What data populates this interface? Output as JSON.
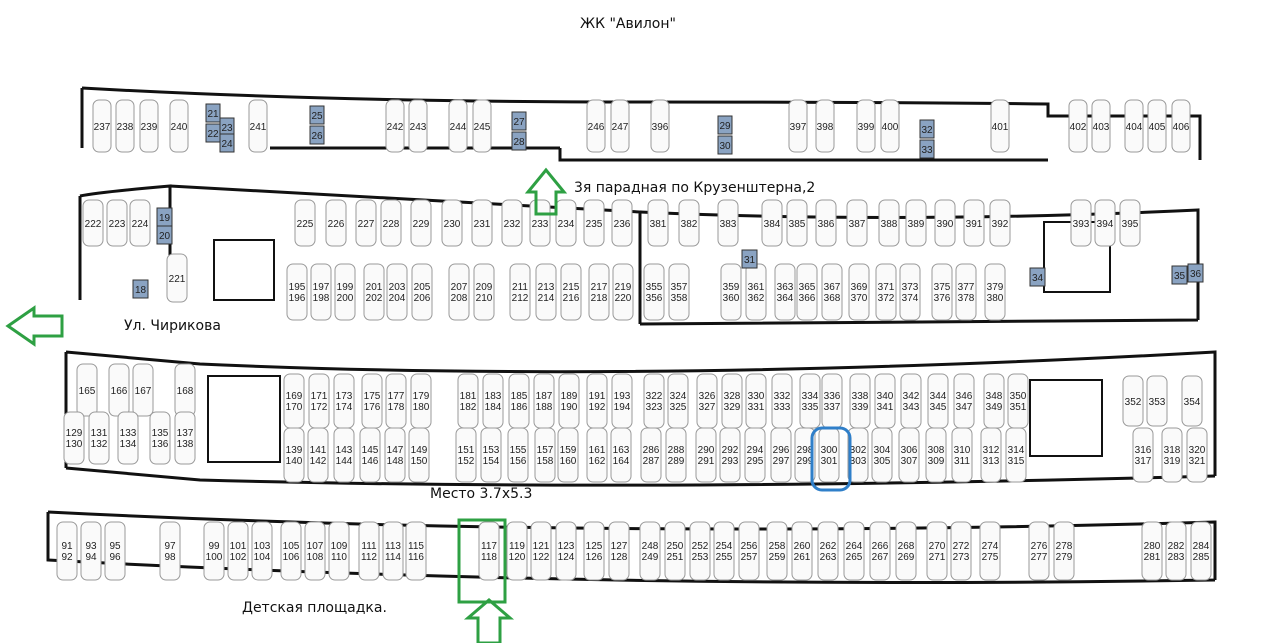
{
  "title": "ЖК \"Авилон\"",
  "labels": {
    "entrance": "3я парадная по Крузенштерна,2",
    "street": "Ул. Чирикова",
    "spot": "Место 3.7х5.3",
    "playground": "Детская площадка."
  },
  "colors": {
    "green": "#2ea043",
    "blue": "#2f7fc9",
    "storage": "#8aa3c2",
    "wall": "#111111"
  },
  "rows": {
    "r1": [
      {
        "n": "237"
      },
      {
        "n": "238"
      },
      {
        "n": "239"
      },
      {
        "n": "240"
      },
      {
        "n": "241"
      },
      {
        "n": "242"
      },
      {
        "n": "243"
      },
      {
        "n": "244"
      },
      {
        "n": "245"
      },
      {
        "n": "246"
      },
      {
        "n": "247"
      },
      {
        "n": "396"
      },
      {
        "n": "397"
      },
      {
        "n": "398"
      },
      {
        "n": "399"
      },
      {
        "n": "400"
      },
      {
        "n": "401"
      },
      {
        "n": "402"
      },
      {
        "n": "403"
      },
      {
        "n": "404"
      },
      {
        "n": "405"
      },
      {
        "n": "406"
      }
    ],
    "r1_storage": [
      "21",
      "22",
      "23",
      "24",
      "25",
      "26",
      "27",
      "28",
      "29",
      "30",
      "32",
      "33"
    ],
    "r2_top": [
      "222",
      "223",
      "224",
      "225",
      "226",
      "227",
      "228",
      "229",
      "230",
      "231",
      "232",
      "233",
      "234",
      "235",
      "236",
      "381",
      "382",
      "383",
      "384",
      "385",
      "386",
      "387",
      "388",
      "389",
      "390",
      "391",
      "392",
      "393",
      "394",
      "395"
    ],
    "r2_storage": [
      "19",
      "20",
      "18",
      "31",
      "34",
      "35",
      "36"
    ],
    "r2_bottom": [
      [
        "195",
        "196"
      ],
      [
        "197",
        "198"
      ],
      [
        "199",
        "200"
      ],
      [
        "201",
        "202"
      ],
      [
        "203",
        "204"
      ],
      [
        "205",
        "206"
      ],
      [
        "207",
        "208"
      ],
      [
        "209",
        "210"
      ],
      [
        "211",
        "212"
      ],
      [
        "213",
        "214"
      ],
      [
        "215",
        "216"
      ],
      [
        "217",
        "218"
      ],
      [
        "219",
        "220"
      ],
      [
        "355",
        "356"
      ],
      [
        "357",
        "358"
      ],
      [
        "359",
        "360"
      ],
      [
        "361",
        "362"
      ],
      [
        "363",
        "364"
      ],
      [
        "365",
        "366"
      ],
      [
        "367",
        "368"
      ],
      [
        "369",
        "370"
      ],
      [
        "371",
        "372"
      ],
      [
        "373",
        "374"
      ],
      [
        "375",
        "376"
      ],
      [
        "377",
        "378"
      ],
      [
        "379",
        "380"
      ]
    ],
    "r2_single": [
      "221"
    ],
    "r3_top": [
      [
        "169",
        "170"
      ],
      [
        "171",
        "172"
      ],
      [
        "173",
        "174"
      ],
      [
        "175",
        "176"
      ],
      [
        "177",
        "178"
      ],
      [
        "179",
        "180"
      ],
      [
        "181",
        "182"
      ],
      [
        "183",
        "184"
      ],
      [
        "185",
        "186"
      ],
      [
        "187",
        "188"
      ],
      [
        "189",
        "190"
      ],
      [
        "191",
        "192"
      ],
      [
        "193",
        "194"
      ],
      [
        "322",
        "323"
      ],
      [
        "324",
        "325"
      ],
      [
        "326",
        "327"
      ],
      [
        "328",
        "329"
      ],
      [
        "330",
        "331"
      ],
      [
        "332",
        "333"
      ],
      [
        "334",
        "335"
      ],
      [
        "336",
        "337"
      ],
      [
        "338",
        "339"
      ],
      [
        "340",
        "341"
      ],
      [
        "342",
        "343"
      ],
      [
        "344",
        "345"
      ],
      [
        "346",
        "347"
      ],
      [
        "348",
        "349"
      ],
      [
        "350",
        "351"
      ]
    ],
    "r3_bottom": [
      [
        "139",
        "140"
      ],
      [
        "141",
        "142"
      ],
      [
        "143",
        "144"
      ],
      [
        "145",
        "146"
      ],
      [
        "147",
        "148"
      ],
      [
        "149",
        "150"
      ],
      [
        "151",
        "152"
      ],
      [
        "153",
        "154"
      ],
      [
        "155",
        "156"
      ],
      [
        "157",
        "158"
      ],
      [
        "159",
        "160"
      ],
      [
        "161",
        "162"
      ],
      [
        "163",
        "164"
      ],
      [
        "286",
        "287"
      ],
      [
        "288",
        "289"
      ],
      [
        "290",
        "291"
      ],
      [
        "292",
        "293"
      ],
      [
        "294",
        "295"
      ],
      [
        "296",
        "297"
      ],
      [
        "298",
        "299"
      ],
      [
        "300",
        "301"
      ],
      [
        "302",
        "303"
      ],
      [
        "304",
        "305"
      ],
      [
        "306",
        "307"
      ],
      [
        "308",
        "309"
      ],
      [
        "310",
        "311"
      ],
      [
        "312",
        "313"
      ],
      [
        "314",
        "315"
      ],
      [
        "316",
        "317"
      ],
      [
        "318",
        "319"
      ],
      [
        "320",
        "321"
      ]
    ],
    "r3_left": [
      [
        "165"
      ],
      [
        "166"
      ],
      [
        "167"
      ],
      [
        "168"
      ],
      [
        "129",
        "130"
      ],
      [
        "131",
        "132"
      ],
      [
        "133",
        "134"
      ],
      [
        "135",
        "136"
      ],
      [
        "137",
        "138"
      ]
    ],
    "r3_right": [
      "352",
      "353",
      "354"
    ],
    "r4": [
      [
        "91",
        "92"
      ],
      [
        "93",
        "94"
      ],
      [
        "95",
        "96"
      ],
      [
        "97",
        "98"
      ],
      [
        "99",
        "100"
      ],
      [
        "101",
        "102"
      ],
      [
        "103",
        "104"
      ],
      [
        "105",
        "106"
      ],
      [
        "107",
        "108"
      ],
      [
        "109",
        "110"
      ],
      [
        "111",
        "112"
      ],
      [
        "113",
        "114"
      ],
      [
        "115",
        "116"
      ],
      [
        "117",
        "118"
      ],
      [
        "119",
        "120"
      ],
      [
        "121",
        "122"
      ],
      [
        "123",
        "124"
      ],
      [
        "125",
        "126"
      ],
      [
        "127",
        "128"
      ],
      [
        "248",
        "249"
      ],
      [
        "250",
        "251"
      ],
      [
        "252",
        "253"
      ],
      [
        "254",
        "255"
      ],
      [
        "256",
        "257"
      ],
      [
        "258",
        "259"
      ],
      [
        "260",
        "261"
      ],
      [
        "262",
        "263"
      ],
      [
        "264",
        "265"
      ],
      [
        "266",
        "267"
      ],
      [
        "268",
        "269"
      ],
      [
        "270",
        "271"
      ],
      [
        "272",
        "273"
      ],
      [
        "274",
        "275"
      ],
      [
        "276",
        "277"
      ],
      [
        "278",
        "279"
      ],
      [
        "280",
        "281"
      ],
      [
        "282",
        "283"
      ],
      [
        "284",
        "285"
      ]
    ]
  }
}
